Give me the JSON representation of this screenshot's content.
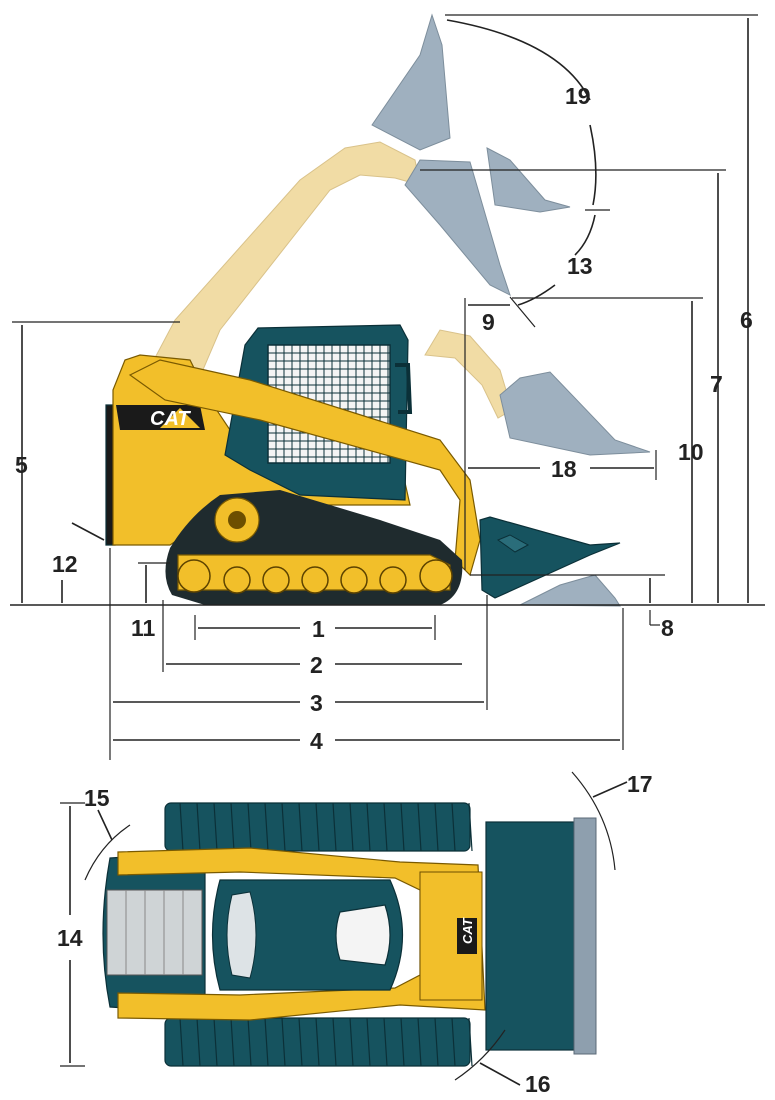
{
  "brand": {
    "logo_text": "CAT"
  },
  "colors": {
    "machine_yellow": "#f2bf2a",
    "cab_teal": "#16535f",
    "ghost_arm": "#f1dca5",
    "ghost_bucket": "#9fb0bf",
    "dimension_lines": "#222222"
  },
  "dimension_labels": {
    "d1": "1",
    "d2": "2",
    "d3": "3",
    "d4": "4",
    "d5": "5",
    "d6": "6",
    "d7": "7",
    "d8": "8",
    "d9": "9",
    "d10": "10",
    "d11": "11",
    "d12": "12",
    "d13": "13",
    "d14": "14",
    "d15": "15",
    "d16": "16",
    "d17": "17",
    "d18": "18",
    "d19": "19"
  }
}
